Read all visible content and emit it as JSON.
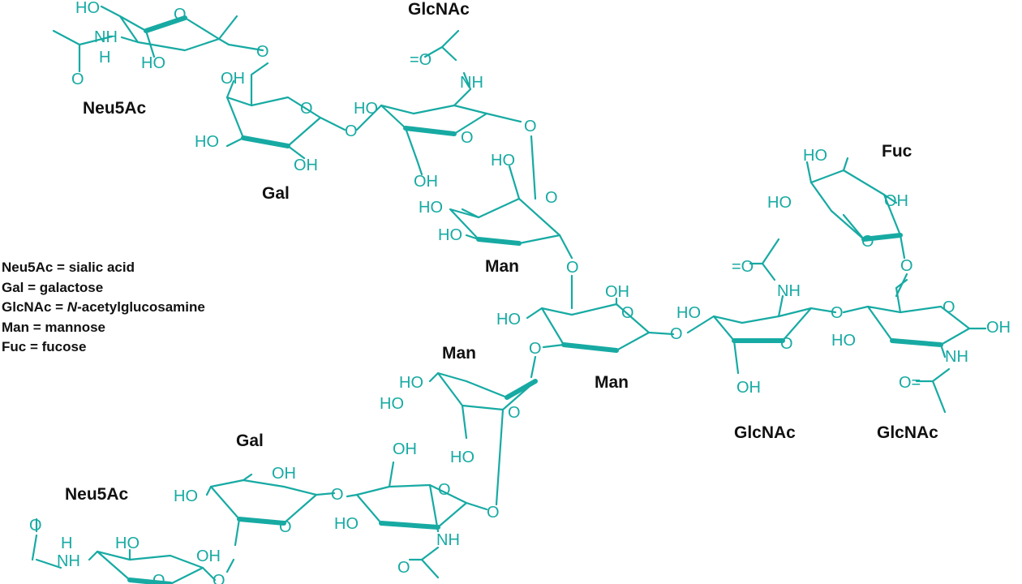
{
  "colors": {
    "structure": "#17aaa3",
    "text": "#111111",
    "background": "#ffffff"
  },
  "units": {
    "neu5ac_top": "Neu5Ac",
    "gal_top": "Gal",
    "glcnac_top": "GlcNAc",
    "man_upper": "Man",
    "man_core": "Man",
    "man_lower": "Man",
    "fuc": "Fuc",
    "glcnac_core1": "GlcNAc",
    "glcnac_core2": "GlcNAc",
    "gal_bottom": "Gal",
    "neu5ac_bottom": "Neu5Ac"
  },
  "atom_labels": {
    "oh": "OH",
    "ho": "HO",
    "o": "O",
    "nh": "NH",
    "h": "H",
    "o_eq": "O=",
    "eq_o": "=O"
  },
  "legend": [
    {
      "abbr": "Neu5Ac",
      "sep": " = ",
      "pre": "",
      "ital": "",
      "name": "sialic acid"
    },
    {
      "abbr": "Gal",
      "sep": " = ",
      "pre": "",
      "ital": "",
      "name": "galactose"
    },
    {
      "abbr": "GlcNAc",
      "sep": " = ",
      "pre": "",
      "ital": "N",
      "name": "-acetylglucosamine"
    },
    {
      "abbr": "Man",
      "sep": " = ",
      "pre": "",
      "ital": "",
      "name": "mannose"
    },
    {
      "abbr": "Fuc",
      "sep": " = ",
      "pre": "",
      "ital": "",
      "name": "fucose"
    }
  ]
}
